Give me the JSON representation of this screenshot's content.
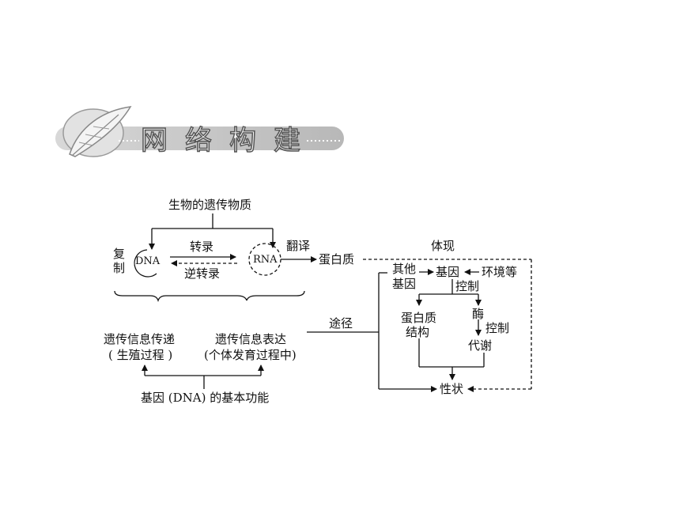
{
  "banner": {
    "title": "网络构建"
  },
  "nodes": {
    "genetic_material": "生物的遗传物质",
    "replication_1": "复",
    "replication_2": "制",
    "dna": "DNA",
    "transcription": "转录",
    "reverse_transcription": "逆转录",
    "rna": "RNA",
    "translation": "翻译",
    "protein": "蛋白质",
    "embodiment": "体现",
    "other_genes_1": "其他",
    "other_genes_2": "基因",
    "gene": "基因",
    "environment": "环境等",
    "control_1": "控制",
    "protein_structure_1": "蛋白质",
    "protein_structure_2": "结构",
    "enzyme": "酶",
    "control_2": "控制",
    "metabolism": "代谢",
    "trait": "性状",
    "pathway": "途径",
    "info_transfer": "遗传信息传递",
    "reproduction": "( 生殖过程 )",
    "info_expression": "遗传信息表达",
    "development": "(个体发育过程中)",
    "basic_function": "基因 (DNA) 的基本功能"
  }
}
